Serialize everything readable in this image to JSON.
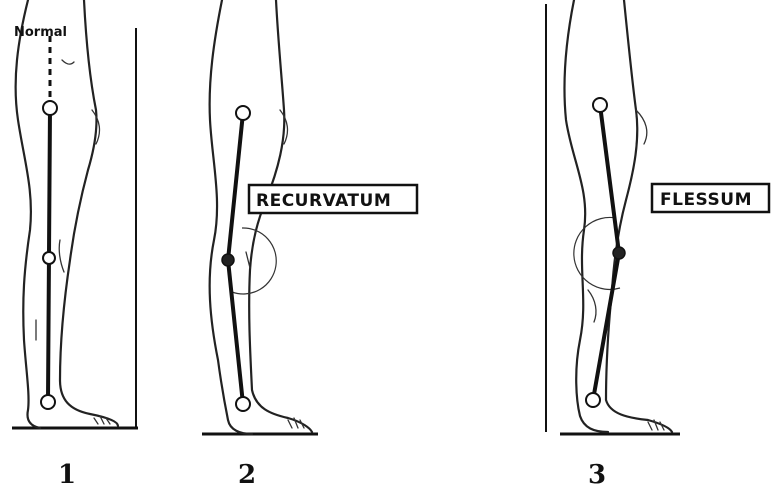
{
  "panels": [
    {
      "number": "1",
      "label": "Normal"
    },
    {
      "number": "2",
      "label": "RECURVATUM"
    },
    {
      "number": "3",
      "label": "FLESSUM"
    }
  ]
}
